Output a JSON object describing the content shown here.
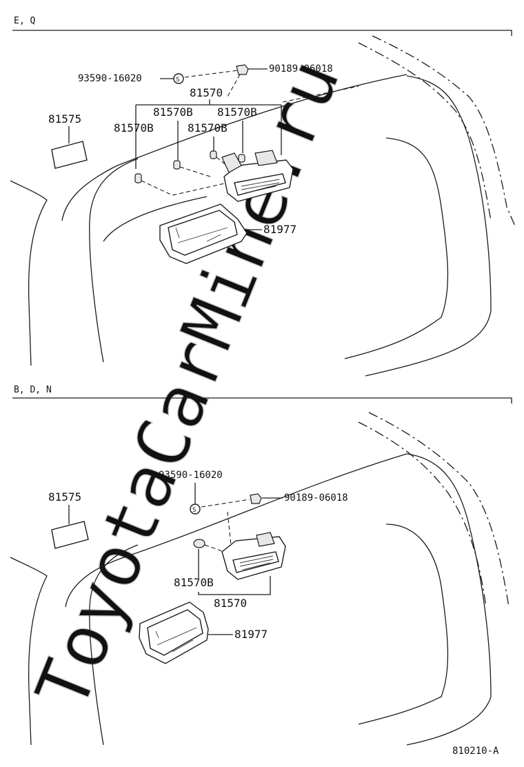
{
  "sections": [
    {
      "header": "E, Q",
      "labels": {
        "screw": "93590-16020",
        "clip": "90189-06018",
        "lamp_assy": "81570",
        "bulb_1": "81570B",
        "bulb_2": "81570B",
        "bulb_3": "81570B",
        "bulb_4": "81570B",
        "label_part": "81575",
        "bezel": "81977"
      }
    },
    {
      "header": "B, D, N",
      "labels": {
        "screw": "93590-16020",
        "clip": "90189-06018",
        "lamp_assy": "81570",
        "bulb": "81570B",
        "label_part": "81575",
        "bezel": "81977"
      }
    }
  ],
  "footer": {
    "diagram_code": "810210-A"
  },
  "watermark": "ToyotaCarMine.ru",
  "screw_symbol": "S"
}
